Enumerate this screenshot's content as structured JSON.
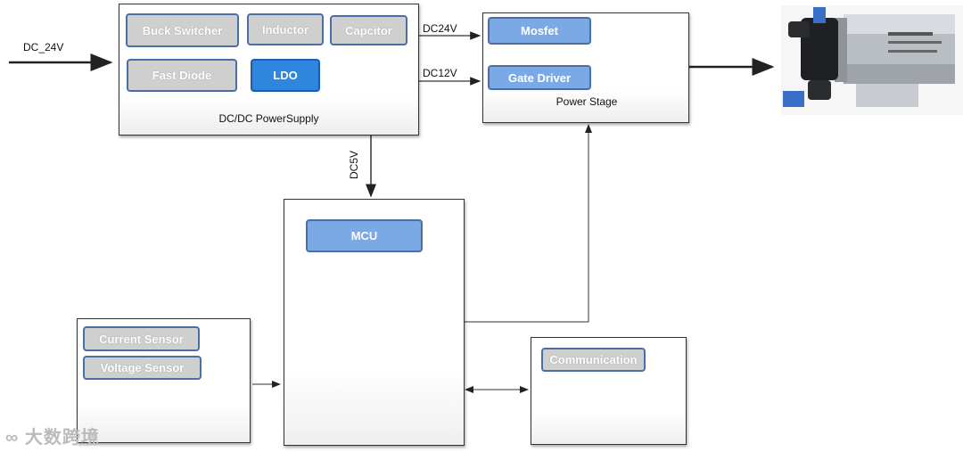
{
  "input_label": "DC_24V",
  "power_supply": {
    "title": "DC/DC PowerSupply",
    "chips": {
      "buck": "Buck Switcher",
      "inductor": "Inductor",
      "capacitor": "Capcitor",
      "diode": "Fast Diode",
      "ldo": "LDO"
    }
  },
  "signals": {
    "dc24": "DC24V",
    "dc12": "DC12V",
    "dc5": "DC5V"
  },
  "power_stage": {
    "title": "Power Stage",
    "chips": {
      "mosfet": "Mosfet",
      "gate_driver": "Gate Driver"
    }
  },
  "mcu": {
    "chip": "MCU"
  },
  "sensors": {
    "current": "Current Sensor",
    "voltage": "Voltage Sensor"
  },
  "comm": {
    "chip": "Communication"
  },
  "watermark": "大数跨境",
  "colors": {
    "chip_blue": "#7aa9e6",
    "chip_gray": "#cfcfcf",
    "ldo_blue": "#2e86de",
    "border_blue": "#4a6fa8"
  }
}
